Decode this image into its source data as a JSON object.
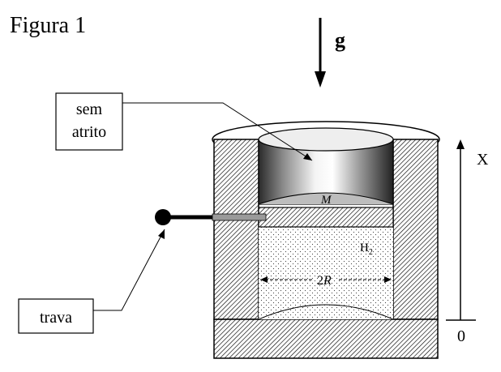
{
  "figure": {
    "title": "Figura 1",
    "gravity_label": "g",
    "labels": {
      "frictionless_line1": "sem",
      "frictionless_line2": "atrito",
      "lock": "trava",
      "mass": "M",
      "gas": "H",
      "gas_subscript": "2",
      "diameter_prefix": "2",
      "diameter_var": "R",
      "axis": "X",
      "origin": "0"
    }
  }
}
